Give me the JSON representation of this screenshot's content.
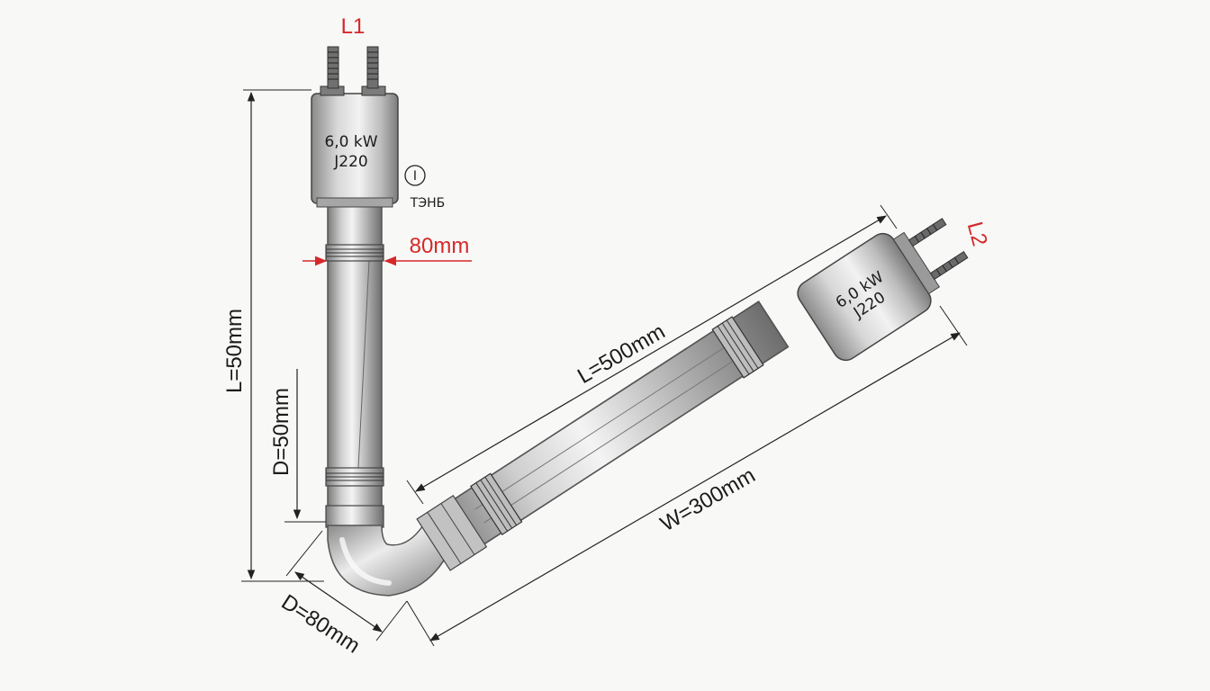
{
  "terminals": {
    "top": "L1",
    "side": "L2"
  },
  "upper_cap": {
    "power": "6,0 kW",
    "code": "J220"
  },
  "side_cap": {
    "power": "6,0 kW",
    "code": "J220"
  },
  "marker": {
    "symbol": "I",
    "label": "ТЭНБ"
  },
  "dimensions": {
    "band_width": "80mm",
    "total_length": "L=50mm",
    "vertical_d": "D=50mm",
    "bend_d": "D=80mm",
    "arm_length": "L=500mm",
    "width": "W=300mm"
  },
  "colors": {
    "label_red": "#d62828",
    "metal_mid": "#c9c9c9",
    "metal_dark": "#7f7f7f"
  }
}
